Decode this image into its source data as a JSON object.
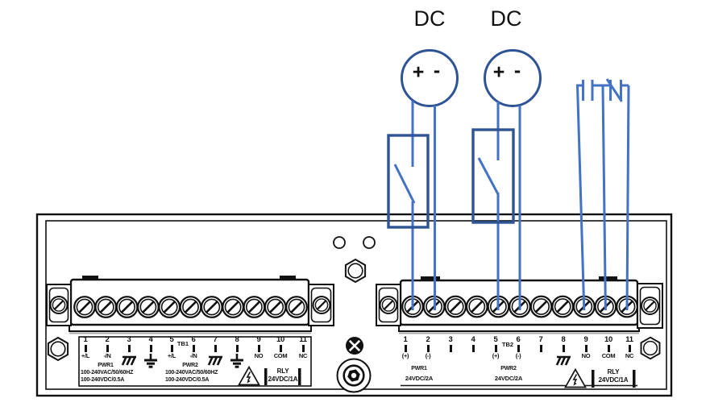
{
  "dc_sources": [
    {
      "label": "DC",
      "plus": "+",
      "minus": "-"
    },
    {
      "label": "DC",
      "plus": "+",
      "minus": "-"
    }
  ],
  "tb1": {
    "name": "TB1",
    "terminals": [
      {
        "num": "1",
        "label": "+/L"
      },
      {
        "num": "2",
        "label": "-/N"
      },
      {
        "num": "3",
        "label": ""
      },
      {
        "num": "4",
        "label": ""
      },
      {
        "num": "5",
        "label": "+/L"
      },
      {
        "num": "6",
        "label": "-/N"
      },
      {
        "num": "7",
        "label": ""
      },
      {
        "num": "8",
        "label": ""
      },
      {
        "num": "9",
        "label": "NO"
      },
      {
        "num": "10",
        "label": "COM"
      },
      {
        "num": "11",
        "label": "NC"
      }
    ],
    "pwr1": "PWR1",
    "pwr2": "PWR2",
    "rating1": "100-240VAC/50/60HZ",
    "rating2": "100-240VDC/0.5A",
    "rly": "RLY",
    "rly_rating": "24VDC/1A"
  },
  "tb2": {
    "name": "TB2",
    "terminals": [
      {
        "num": "1",
        "label": "(+)"
      },
      {
        "num": "2",
        "label": "(-)"
      },
      {
        "num": "3",
        "label": ""
      },
      {
        "num": "4",
        "label": ""
      },
      {
        "num": "5",
        "label": "(+)"
      },
      {
        "num": "6",
        "label": "(-)"
      },
      {
        "num": "7",
        "label": ""
      },
      {
        "num": "8",
        "label": ""
      },
      {
        "num": "9",
        "label": "NO"
      },
      {
        "num": "10",
        "label": "COM"
      },
      {
        "num": "11",
        "label": "NC"
      }
    ],
    "pwr1": "PWR1",
    "pwr2": "PWR2",
    "pwr_rating": "24VDC/2A",
    "rly": "RLY",
    "rly_rating": "24VDC/1A"
  },
  "icons": {
    "chassis_ground": "chassis-ground-icon",
    "earth_ground": "earth-ground-icon",
    "warning": "high-voltage-warning-triangle-icon",
    "dc_source": "dc-source-circle-symbol",
    "switch": "switch-contact-symbol",
    "relay": "relay-no-nc-contacts-symbol",
    "screw": "terminal-screw-icon",
    "hex_nut": "hex-nut-icon",
    "ground_screw": "ground-screw-icon",
    "connector": "round-connector-icon"
  },
  "colors": {
    "wire_blue": "#4472c4",
    "component_blue": "#2e5496",
    "line_black": "#111111"
  }
}
